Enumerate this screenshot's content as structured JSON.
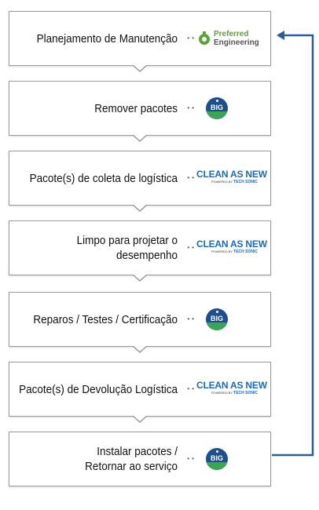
{
  "steps": [
    {
      "lines": [
        "Planejamento de Manutenção"
      ],
      "logo": "preferred-engineering"
    },
    {
      "lines": [
        "Remover pacotes"
      ],
      "logo": "big"
    },
    {
      "lines": [
        "Pacote(s) de coleta de logística"
      ],
      "logo": "clean-as-new"
    },
    {
      "lines": [
        "Limpo para projetar o",
        "desempenho"
      ],
      "logo": "clean-as-new"
    },
    {
      "lines": [
        "Reparos / Testes / Certificação"
      ],
      "logo": "big"
    },
    {
      "lines": [
        "Pacote(s) de Devolução Logística"
      ],
      "logo": "clean-as-new"
    },
    {
      "lines": [
        "Instalar pacotes /",
        "Retornar ao serviço"
      ],
      "logo": "big"
    }
  ],
  "logos": {
    "preferred_engineering": {
      "line1": "Preferred",
      "line2": "Engineering"
    },
    "big": {
      "text": "BIG"
    },
    "clean_as_new": {
      "main": "CLEAN AS NEW",
      "powered": "POWERED BY",
      "brand": "TECH SONIC"
    }
  },
  "colors": {
    "connector": "#2a5d9b",
    "big_blue": "#1e4e8c",
    "big_green": "#3aa655",
    "can_blue": "#1a6bb5",
    "pe_green": "#5aa33c"
  }
}
